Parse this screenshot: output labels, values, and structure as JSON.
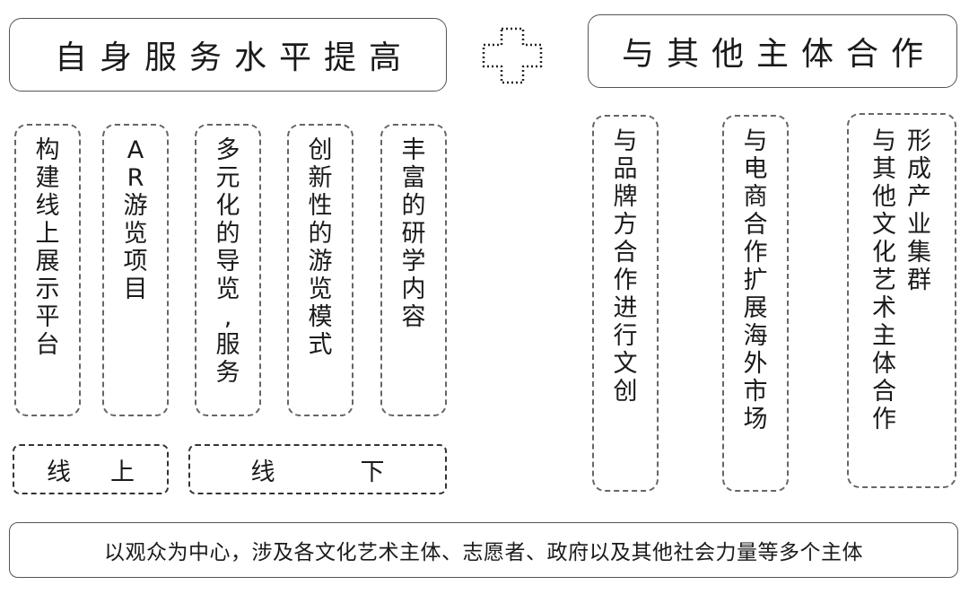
{
  "headers": {
    "left": "自身服务水平提高",
    "right": "与其他主体合作"
  },
  "left_columns": [
    "构建线上展示平台",
    "AR游览项目",
    "多元化的导览,服务",
    "创新性的游览模式",
    "丰富的研学内容"
  ],
  "right_columns": {
    "col1": "与品牌方合作进行文创",
    "col2": "与电商合作扩展海外市场",
    "col3_a": "与其他文化艺术主体合作",
    "col3_b": "形成产业集群"
  },
  "labels": {
    "online_1": "线",
    "online_2": "上",
    "offline_1": "线",
    "offline_2": "下"
  },
  "bottom_text": "以观众为中心，涉及各文化艺术主体、志愿者、政府以及其他社会力量等多个主体"
}
